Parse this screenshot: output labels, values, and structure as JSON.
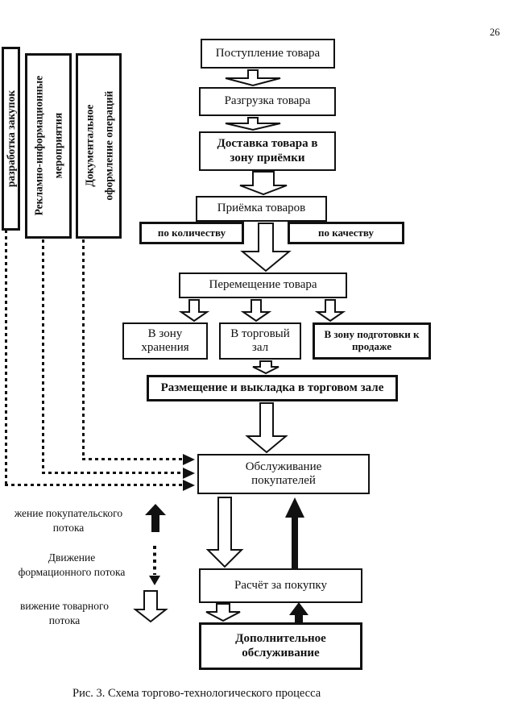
{
  "page_number": "26",
  "caption": "Рис. 3. Схема торгово-технологического процесса",
  "colors": {
    "ink": "#111111",
    "paper": "#ffffff"
  },
  "side_boxes": {
    "purchases": "разработка закупок",
    "promo": "Рекламно-информационные\nмероприятия",
    "docs": "Документальное\nоформление операций"
  },
  "flow": {
    "receipt": "Поступление товара",
    "unloading": "Разгрузка товара",
    "delivery": "Доставка товара в\nзону приёмки",
    "acceptance": "Приёмка товаров",
    "by_quantity": "по количеству",
    "by_quality": "по качеству",
    "movement": "Перемещение товара",
    "storage_zone": "В зону\nхранения",
    "sales_floor": "В торговый\nзал",
    "prep_zone": "В зону подготовки к\nпродаже",
    "placement": "Размещение и выкладка в торговом зале",
    "service": "Обслуживание\nпокупателей",
    "payment": "Расчёт за покупку",
    "additional": "Дополнительное\nобслуживание"
  },
  "legend": [
    {
      "label": "жение покупательского\nпотока",
      "arrow": "solid-up"
    },
    {
      "label": "Движение\nформационного потока",
      "arrow": "dotted-down"
    },
    {
      "label": "вижение товарного\nпотока",
      "arrow": "hollow-down"
    }
  ]
}
